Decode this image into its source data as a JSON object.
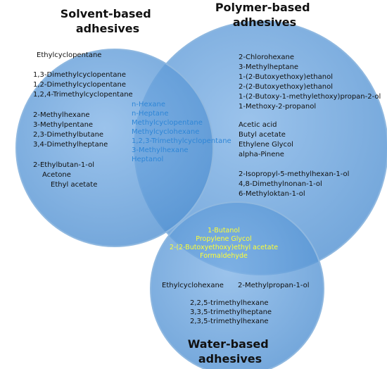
{
  "sets": {
    "solvent": {
      "title": [
        "Solvent-based",
        "adhesives"
      ],
      "items": [
        "Ethylcyclopentane",
        "1,3-Dimethylcyclopentane",
        "1,2-Dimethylcyclopentane",
        "1,2,4-Trimethylcyclopentane",
        "2-Methylhexane",
        "3-Methylpentane",
        "2,3-Dimethylbutane",
        "3,4-Dimethylheptane",
        "2-Ethylbutan-1-ol",
        "Acetone",
        "Ethyl acetate"
      ]
    },
    "polymer": {
      "title": [
        "Polymer-based",
        "adhesives"
      ],
      "items": [
        "2-Chlorohexane",
        "3-Methylheptane",
        "1-(2-Butoxyethoxy)ethanol",
        "2-(2-Butoxyethoxy)ethanol",
        "1-(2-Butoxy-1-methylethoxy)propan-2-ol",
        "1-Methoxy-2-propanol",
        "Acetic acid",
        "Butyl acetate",
        "Ethylene Glycol",
        "alpha-Pinene",
        "2-Isopropyl-5-methylhexan-1-ol",
        "4,8-Dimethylnonan-1-ol",
        "6-Methyloktan-1-ol"
      ]
    },
    "water": {
      "title": [
        "Water-based",
        "adhesives"
      ],
      "items": [
        "Ethylcyclohexane",
        "2-Methylpropan-1-ol",
        "2,2,5-trimethylhexane",
        "3,3,5-trimethylheptane",
        "2,3,5-trimethylhexane"
      ]
    }
  },
  "intersections": {
    "solvent_polymer": [
      "n-Hexane",
      "n-Heptane",
      "Methylcyclopentane",
      "Methylcyclohexane",
      "1,2,3-Trimethylcyclopentane",
      "3-Methylhexane",
      "Heptanol"
    ],
    "polymer_water": [
      "1-Butanol",
      "Propylene Glycol",
      "2-(2-Butoxyethoxy)ethyl acetate",
      "Formaldehyde"
    ]
  },
  "colors": {
    "circle_fill": "#5b9bd5",
    "circle_stroke": "#8fb8e0",
    "overlap_text": "#2f86d6",
    "triple_text": "#ffff33"
  }
}
